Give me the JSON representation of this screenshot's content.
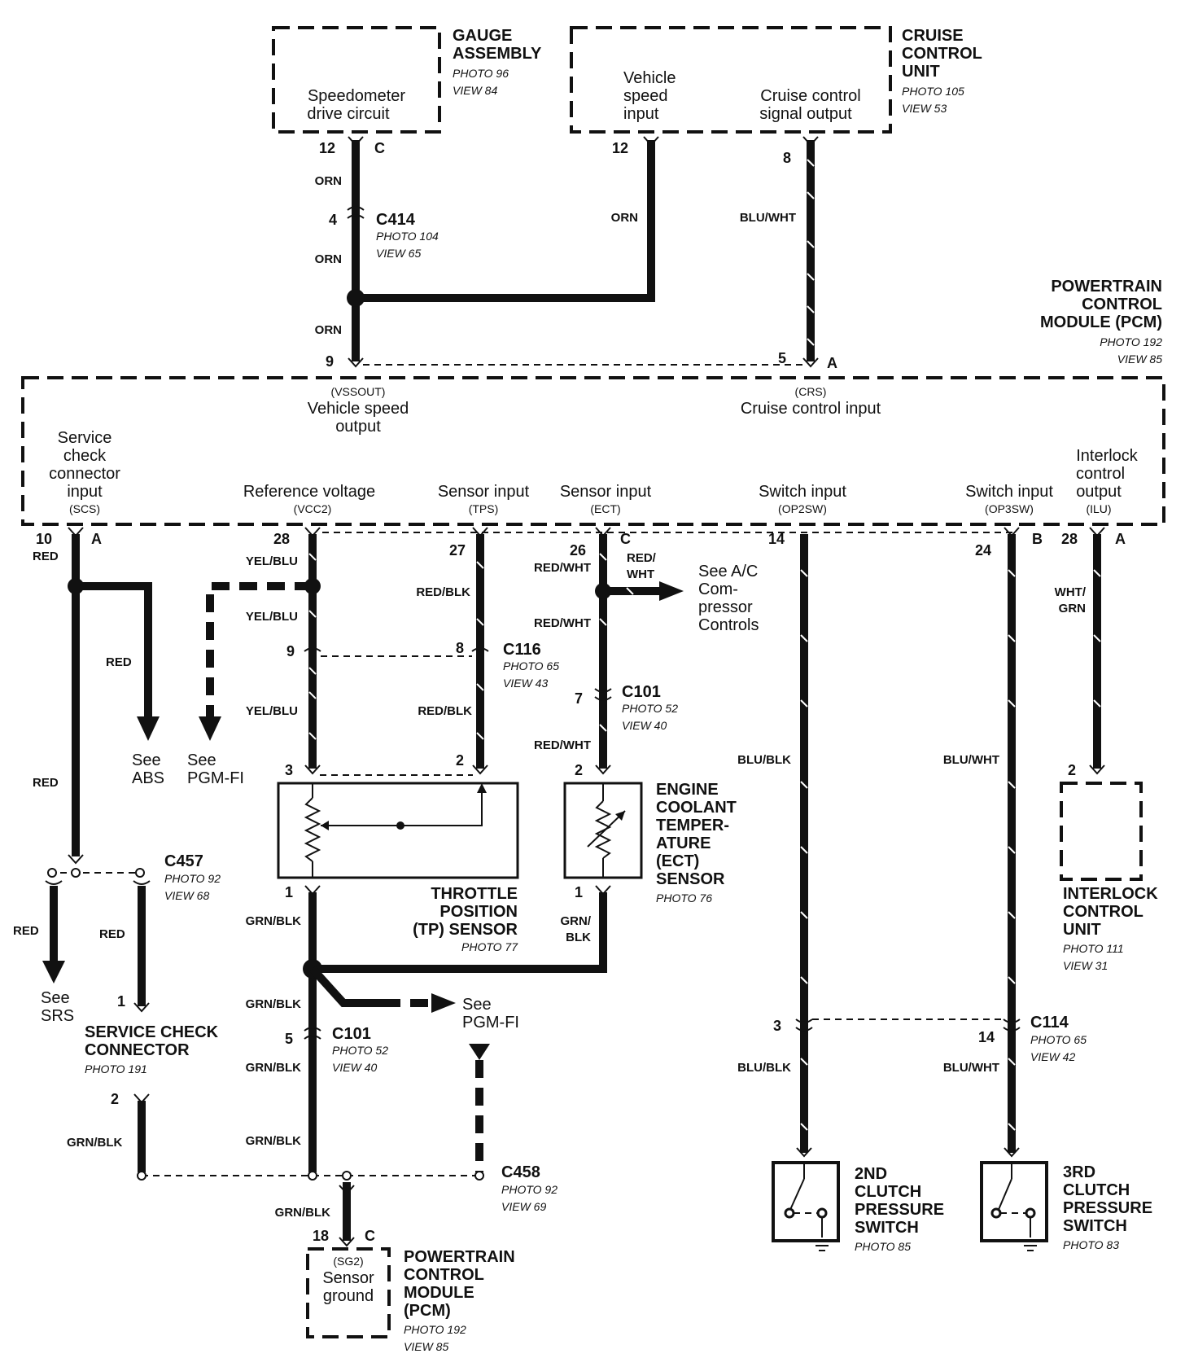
{
  "gauge": {
    "title": [
      "GAUGE",
      "ASSEMBLY"
    ],
    "photo": "PHOTO 96",
    "view": "VIEW 84",
    "circuit": [
      "Speedometer",
      "drive circuit"
    ],
    "pin": "12",
    "conn": "C"
  },
  "cruise": {
    "title": [
      "CRUISE",
      "CONTROL",
      "UNIT"
    ],
    "photo": "PHOTO 105",
    "view": "VIEW 53",
    "input": [
      "Vehicle",
      "speed",
      "input"
    ],
    "output": [
      "Cruise control",
      "signal output"
    ],
    "pin_in": "12",
    "pin_out": "8"
  },
  "wires_top": {
    "orn": "ORN",
    "bluwht": "BLU/WHT"
  },
  "c414": {
    "name": "C414",
    "photo": "PHOTO 104",
    "view": "VIEW 65",
    "pin": "4"
  },
  "pcm": {
    "title": [
      "POWERTRAIN",
      "CONTROL",
      "MODULE (PCM)"
    ],
    "photo": "PHOTO 192",
    "view": "VIEW 85",
    "top_pin_vss": "9",
    "top_pin_crs": "5",
    "top_conn": "A",
    "vss_code": "(VSSOUT)",
    "vss_lbl": [
      "Vehicle speed",
      "output"
    ],
    "crs_code": "(CRS)",
    "crs_lbl": "Cruise control input",
    "scs_lbl": [
      "Service",
      "check",
      "connector",
      "input"
    ],
    "scs_code": "(SCS)",
    "vcc_lbl": "Reference voltage",
    "vcc_code": "(VCC2)",
    "tps_lbl": "Sensor input",
    "tps_code": "(TPS)",
    "ect_lbl": "Sensor input",
    "ect_code": "(ECT)",
    "op2_lbl": "Switch input",
    "op2_code": "(OP2SW)",
    "op3_lbl": "Switch input",
    "op3_code": "(OP3SW)",
    "ilu_lbl": [
      "Interlock",
      "control",
      "output"
    ],
    "ilu_code": "(ILU)"
  },
  "pins_bottom": {
    "scs": "10",
    "scs_conn": "A",
    "vcc": "28",
    "tps": "27",
    "ect": "26",
    "ect_conn": "C",
    "op2": "14",
    "op3": "24",
    "op3_conn": "B",
    "ilu": "28",
    "ilu_conn": "A"
  },
  "wires": {
    "red": "RED",
    "yelblu": "YEL/BLU",
    "redblk": "RED/BLK",
    "redwht": "RED/WHT",
    "redwht_split": [
      "RED/",
      "WHT"
    ],
    "grnblk": "GRN/BLK",
    "grnblk_split": [
      "GRN/",
      "BLK"
    ],
    "blublk": "BLU/BLK",
    "bluwht": "BLU/WHT",
    "whtgrn": [
      "WHT/",
      "GRN"
    ]
  },
  "refs": {
    "abs": [
      "See",
      "ABS"
    ],
    "pgmfi1": [
      "See",
      "PGM-FI"
    ],
    "ac": [
      "See A/C",
      "Com-",
      "pressor",
      "Controls"
    ],
    "srs": [
      "See",
      "SRS"
    ],
    "pgmfi2": [
      "See",
      "PGM-FI"
    ]
  },
  "c116": {
    "name": "C116",
    "photo": "PHOTO 65",
    "view": "VIEW 43",
    "pin_a": "9",
    "pin_b": "8"
  },
  "c101a": {
    "name": "C101",
    "photo": "PHOTO 52",
    "view": "VIEW 40",
    "pin": "7"
  },
  "tp": {
    "title": [
      "THROTTLE",
      "POSITION",
      "(TP) SENSOR"
    ],
    "photo": "PHOTO 77",
    "pin3": "3",
    "pin2": "2",
    "pin1": "1"
  },
  "ect": {
    "title": [
      "ENGINE",
      "COOLANT",
      "TEMPER-",
      "ATURE",
      "(ECT)",
      "SENSOR"
    ],
    "photo": "PHOTO 76",
    "pin2": "2",
    "pin1": "1"
  },
  "ilu_unit": {
    "title": [
      "INTERLOCK",
      "CONTROL",
      "UNIT"
    ],
    "photo": "PHOTO 111",
    "view": "VIEW 31",
    "pin": "2"
  },
  "c457": {
    "name": "C457",
    "photo": "PHOTO 92",
    "view": "VIEW 68"
  },
  "scc": {
    "title": [
      "SERVICE CHECK",
      "CONNECTOR"
    ],
    "photo": "PHOTO 191",
    "pin1": "1",
    "pin2": "2"
  },
  "c101b": {
    "name": "C101",
    "photo": "PHOTO 52",
    "view": "VIEW 40",
    "pin": "5"
  },
  "c458": {
    "name": "C458",
    "photo": "PHOTO 92",
    "view": "VIEW 69"
  },
  "pcm_bottom": {
    "pin": "18",
    "conn": "C",
    "code": "(SG2)",
    "lbl": [
      "Sensor",
      "ground"
    ],
    "title": [
      "POWERTRAIN",
      "CONTROL",
      "MODULE",
      "(PCM)"
    ],
    "photo": "PHOTO 192",
    "view": "VIEW 85"
  },
  "c114": {
    "name": "C114",
    "photo": "PHOTO 65",
    "view": "VIEW 42",
    "pin_a": "3",
    "pin_b": "14"
  },
  "sw2": {
    "title": [
      "2ND",
      "CLUTCH",
      "PRESSURE",
      "SWITCH"
    ],
    "photo": "PHOTO 85"
  },
  "sw3": {
    "title": [
      "3RD",
      "CLUTCH",
      "PRESSURE",
      "SWITCH"
    ],
    "photo": "PHOTO 83"
  }
}
